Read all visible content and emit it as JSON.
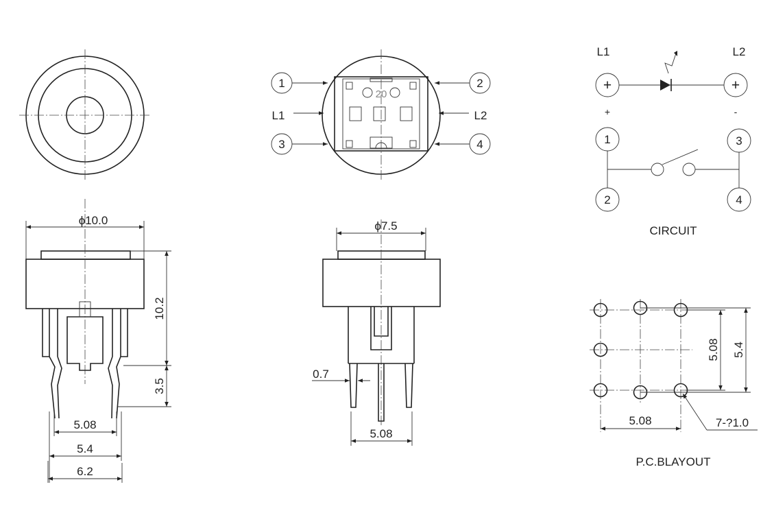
{
  "top_view": {
    "callouts": [
      "1",
      "2",
      "3",
      "4"
    ],
    "left_label": "L1",
    "right_label": "L2",
    "marking": "20"
  },
  "circuit": {
    "l1": "L1",
    "l2": "L2",
    "plus_symbol": "+",
    "plus_label": "+",
    "minus_label": "-",
    "terminals": [
      "1",
      "2",
      "3",
      "4"
    ],
    "title": "CIRCUIT"
  },
  "front_view": {
    "diameter": "ϕ10.0",
    "height": "10.2",
    "pin_length": "3.5",
    "pin_spacing": "5.08",
    "width_inner": "5.4",
    "width_outer": "6.2"
  },
  "side_view": {
    "diameter": "ϕ7.5",
    "pin_thickness": "0.7",
    "pin_spacing": "5.08"
  },
  "pcb_layout": {
    "vertical_spacing": "5.08",
    "vertical_outer": "5.4",
    "horizontal_spacing": "5.08",
    "hole_note": "7-?1.0",
    "title": "P.C.BLAYOUT"
  }
}
